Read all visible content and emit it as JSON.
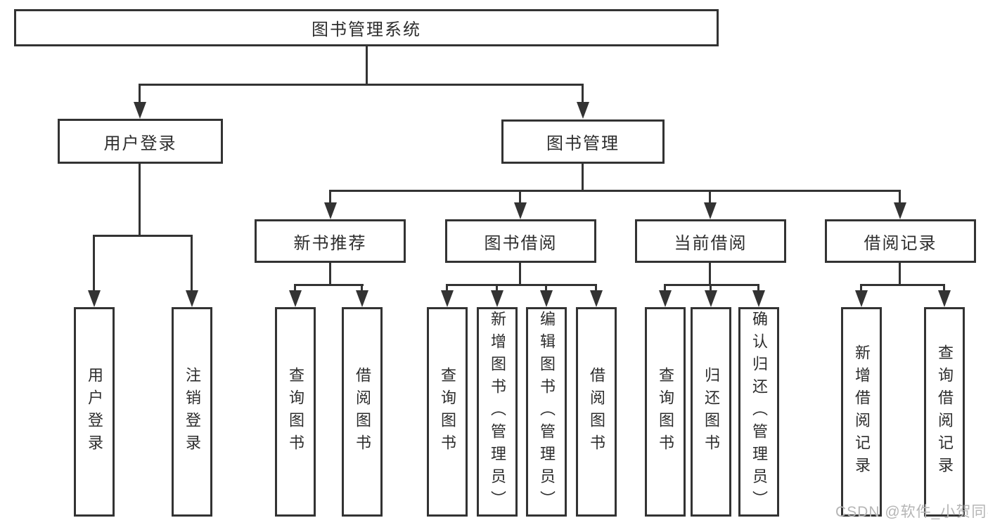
{
  "tree": {
    "root": {
      "label": "图书管理系统",
      "children": [
        {
          "label": "用户登录",
          "children": [
            {
              "label": "用户登录"
            },
            {
              "label": "注销登录"
            }
          ]
        },
        {
          "label": "图书管理",
          "children": [
            {
              "label": "新书推荐",
              "children": [
                {
                  "label": "查询图书"
                },
                {
                  "label": "借阅图书"
                }
              ]
            },
            {
              "label": "图书借阅",
              "children": [
                {
                  "label": "查询图书"
                },
                {
                  "label": "新增图书（管理员）"
                },
                {
                  "label": "编辑图书（管理员）"
                },
                {
                  "label": "借阅图书"
                }
              ]
            },
            {
              "label": "当前借阅",
              "children": [
                {
                  "label": "查询图书"
                },
                {
                  "label": "归还图书"
                },
                {
                  "label": "确认归还（管理员）"
                }
              ]
            },
            {
              "label": "借阅记录",
              "children": [
                {
                  "label": "新增借阅记录"
                },
                {
                  "label": "查询借阅记录"
                }
              ]
            }
          ]
        }
      ]
    }
  },
  "watermark": "CSDN @软件_小贺同学",
  "colors": {
    "line": "#333333",
    "box_border": "#333333",
    "text": "#2d2d2d",
    "watermark": "#b5b5b5",
    "background": "#ffffff"
  }
}
